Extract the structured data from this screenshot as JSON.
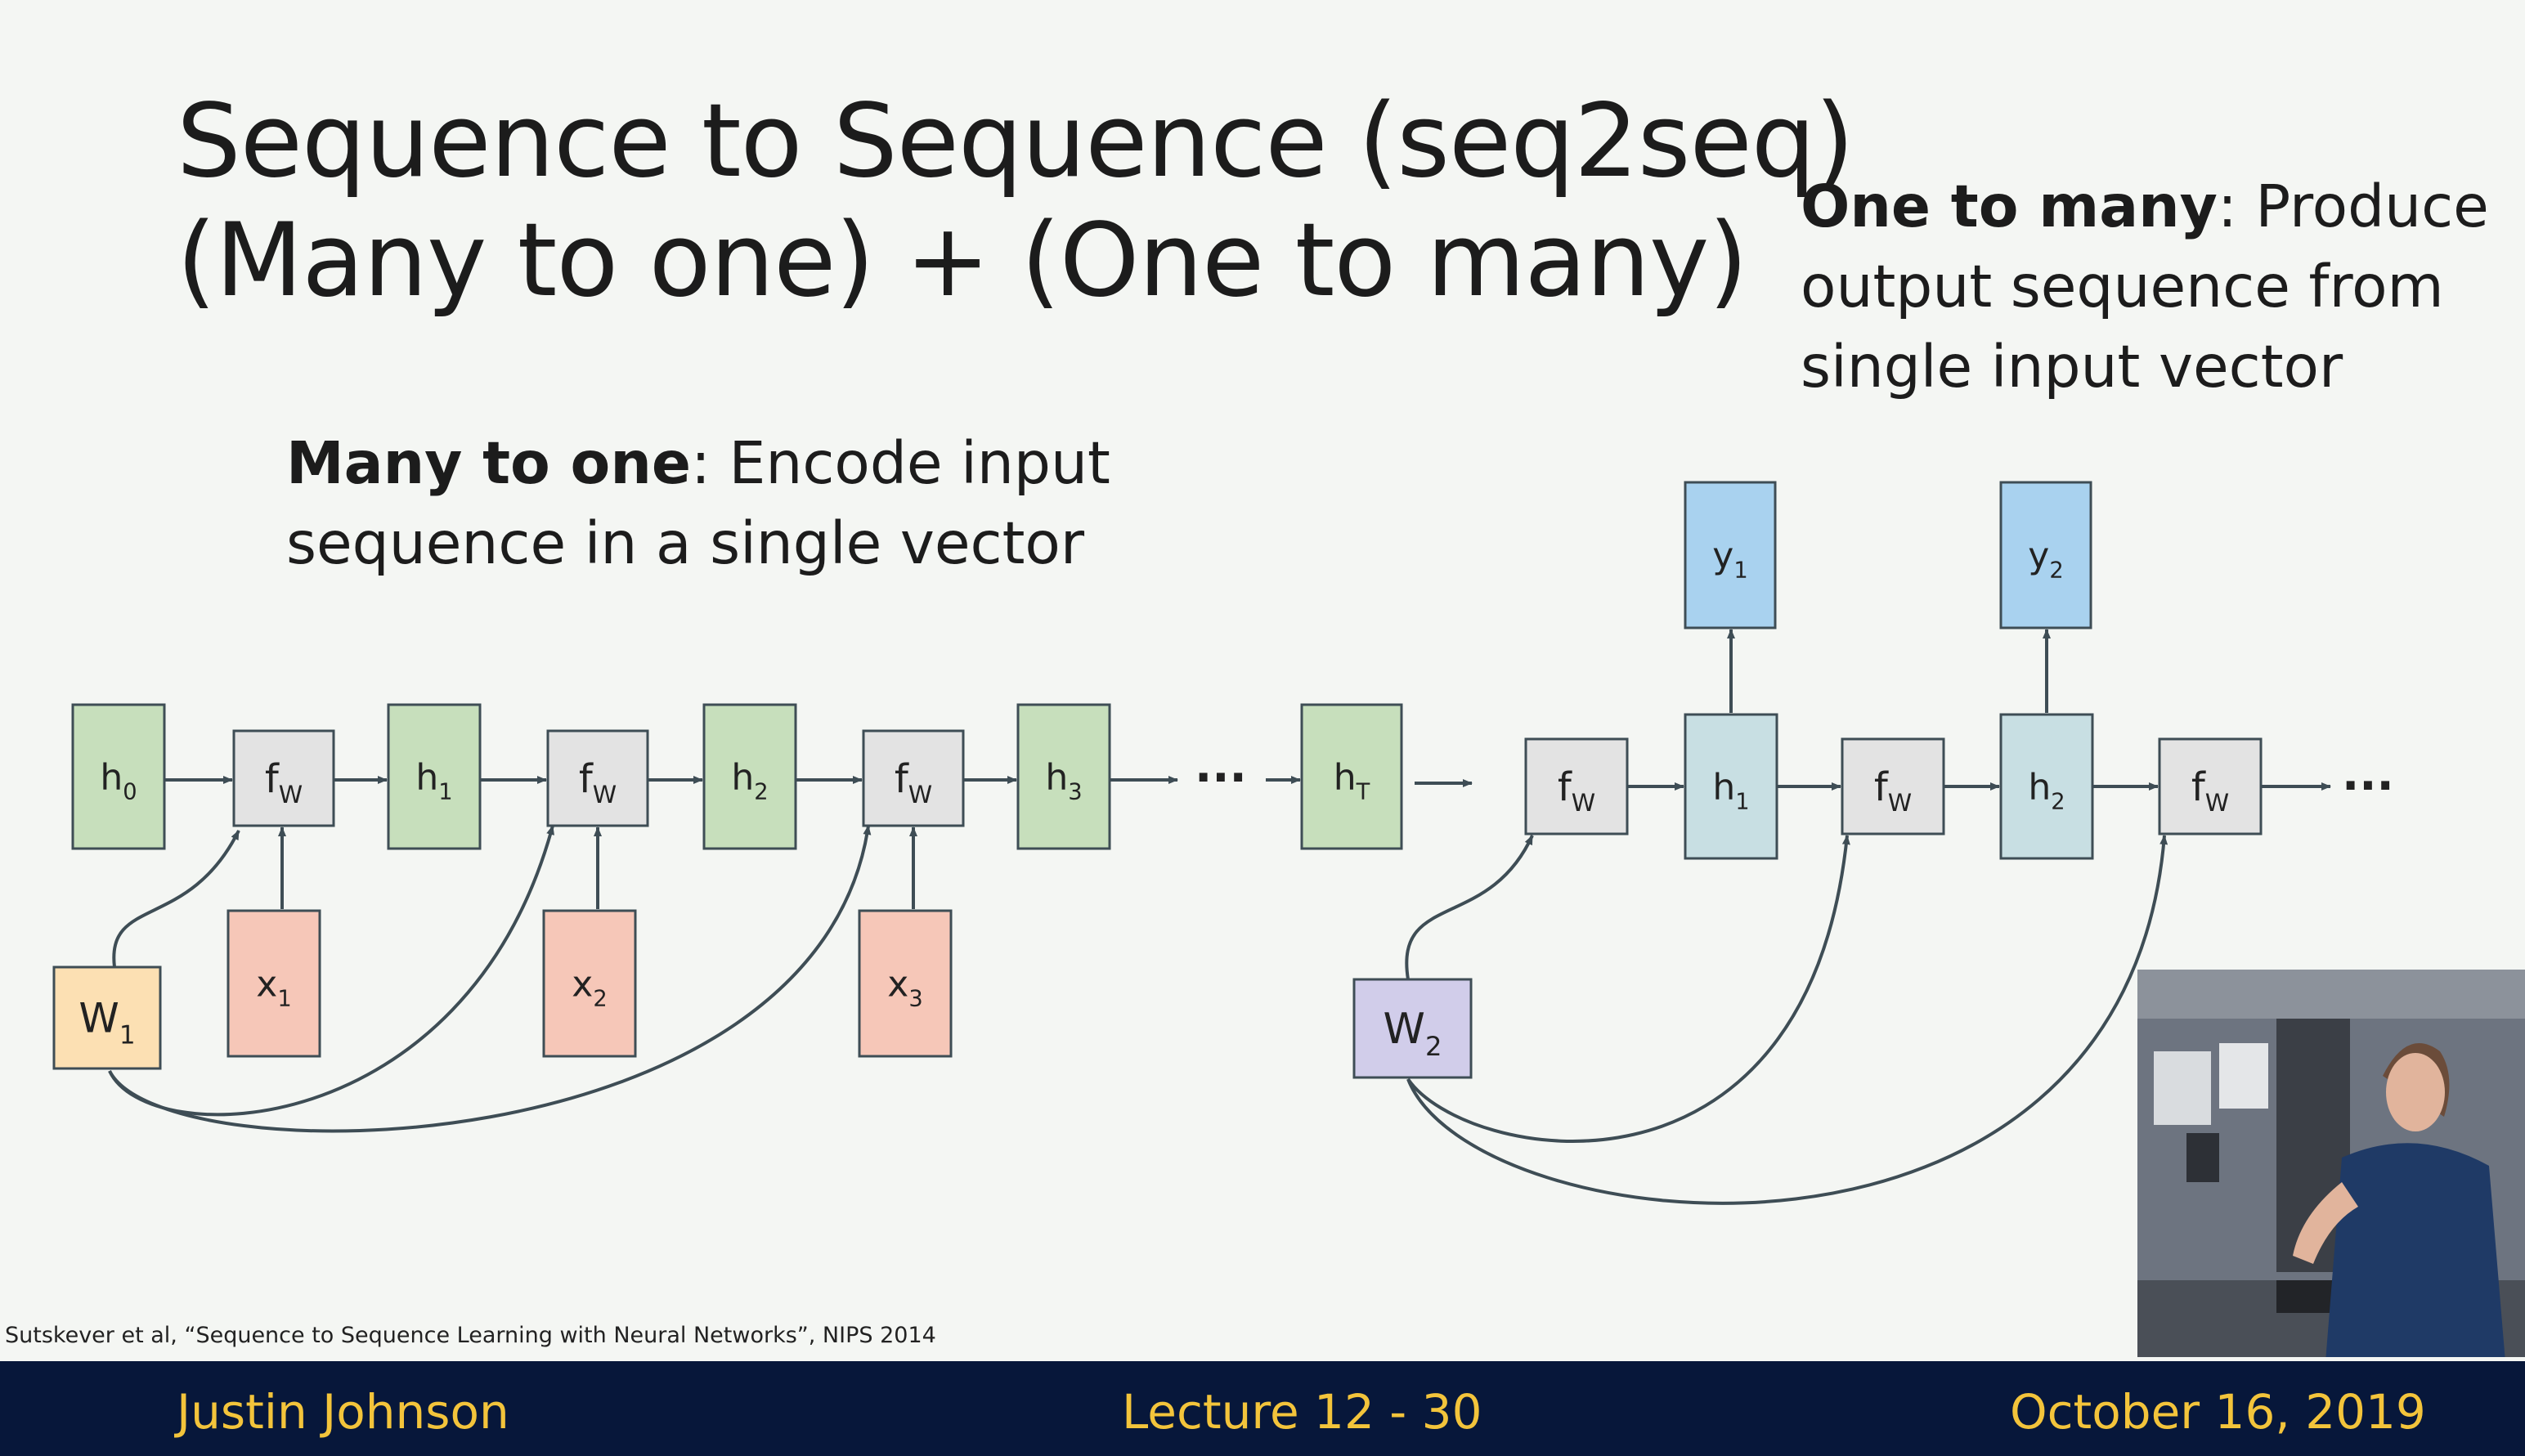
{
  "slide": {
    "title_line1": "Sequence to Sequence (seq2seq)",
    "title_line2": "(Many to one) + (One to many)",
    "one_to_many": {
      "bold": "One to many",
      "line1_rest": ": Produce",
      "line2": "output sequence from",
      "line3": "single input vector"
    },
    "many_to_one": {
      "bold": "Many to one",
      "line1_rest": ": Encode input",
      "line2": "sequence in a single vector"
    },
    "citation": "Sutskever et al, “Sequence to Sequence Learning with Neural Networks”, NIPS 2014"
  },
  "diagram": {
    "encoder_hidden": [
      {
        "base": "h",
        "sub": "0"
      },
      {
        "base": "h",
        "sub": "1"
      },
      {
        "base": "h",
        "sub": "2"
      },
      {
        "base": "h",
        "sub": "3"
      }
    ],
    "final_hidden": {
      "base": "h",
      "sub": "T"
    },
    "function": {
      "base": "f",
      "sub": "W"
    },
    "inputs": [
      {
        "base": "x",
        "sub": "1"
      },
      {
        "base": "x",
        "sub": "2"
      },
      {
        "base": "x",
        "sub": "3"
      }
    ],
    "encoder_weight": {
      "base": "W",
      "sub": "1"
    },
    "decoder_weight": {
      "base": "W",
      "sub": "2"
    },
    "decoder_hidden": [
      {
        "base": "h",
        "sub": "1"
      },
      {
        "base": "h",
        "sub": "2"
      }
    ],
    "outputs": [
      {
        "base": "y",
        "sub": "1"
      },
      {
        "base": "y",
        "sub": "2"
      }
    ],
    "ellipsis": "...",
    "colors": {
      "hidden": "#c7dfbc",
      "function": "#e3e3e3",
      "input": "#f6c7b8",
      "w1": "#fce0b3",
      "w2": "#d1cdea",
      "decoder_hidden": "#c8dfe3",
      "output": "#a9d2ef",
      "stroke": "#3e4d55"
    }
  },
  "footer": {
    "left": "Justin Johnson",
    "center": "Lecture 12 - 30",
    "right": "October 16, 2019"
  }
}
